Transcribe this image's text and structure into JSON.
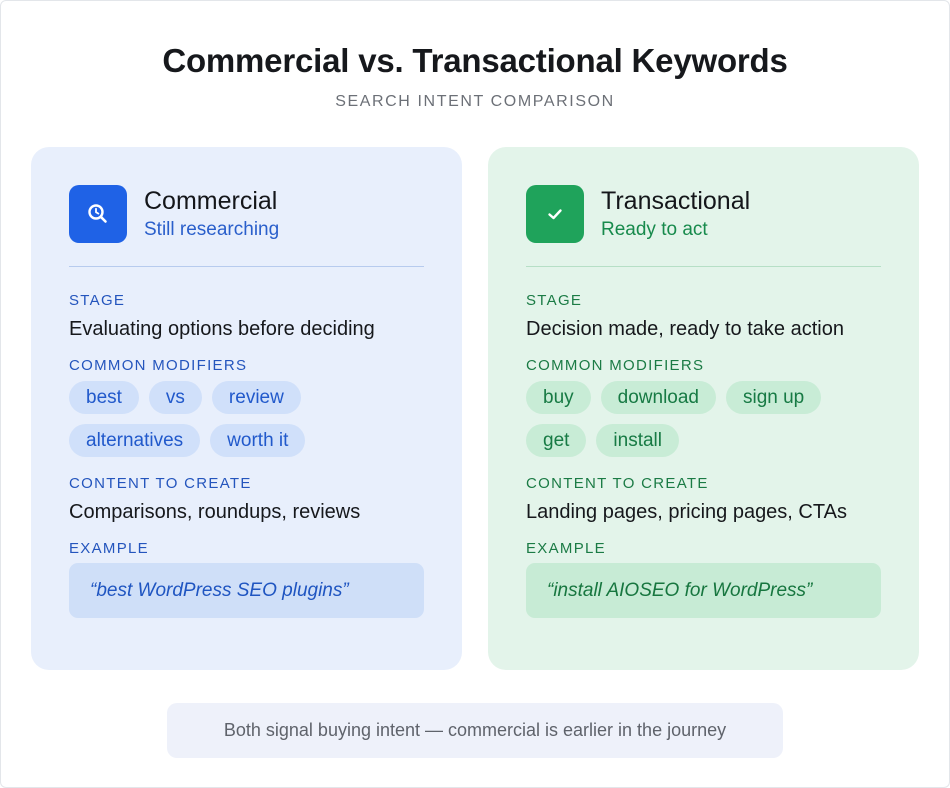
{
  "title": "Commercial vs. Transactional Keywords",
  "subtitle": "SEARCH INTENT COMPARISON",
  "colors": {
    "commercial_accent": "#1f62e6",
    "transactional_accent": "#1fa35b",
    "commercial_bg": "#e8effc",
    "transactional_bg": "#e3f4ea"
  },
  "commercial": {
    "icon": "search-icon",
    "title": "Commercial",
    "subtitle": "Still researching",
    "stage_label": "STAGE",
    "stage": "Evaluating options before deciding",
    "modifiers_label": "COMMON MODIFIERS",
    "modifiers": [
      "best",
      "vs",
      "review",
      "alternatives",
      "worth it"
    ],
    "content_label": "CONTENT TO CREATE",
    "content": "Comparisons, roundups, reviews",
    "example_label": "EXAMPLE",
    "example": "“best WordPress SEO plugins”"
  },
  "transactional": {
    "icon": "check-icon",
    "title": "Transactional",
    "subtitle": "Ready to act",
    "stage_label": "STAGE",
    "stage": "Decision made, ready to take action",
    "modifiers_label": "COMMON MODIFIERS",
    "modifiers": [
      "buy",
      "download",
      "sign up",
      "get",
      "install"
    ],
    "content_label": "CONTENT TO CREATE",
    "content": "Landing pages, pricing pages, CTAs",
    "example_label": "EXAMPLE",
    "example": "“install AIOSEO for WordPress”"
  },
  "footer": "Both signal buying intent — commercial is earlier in the journey"
}
